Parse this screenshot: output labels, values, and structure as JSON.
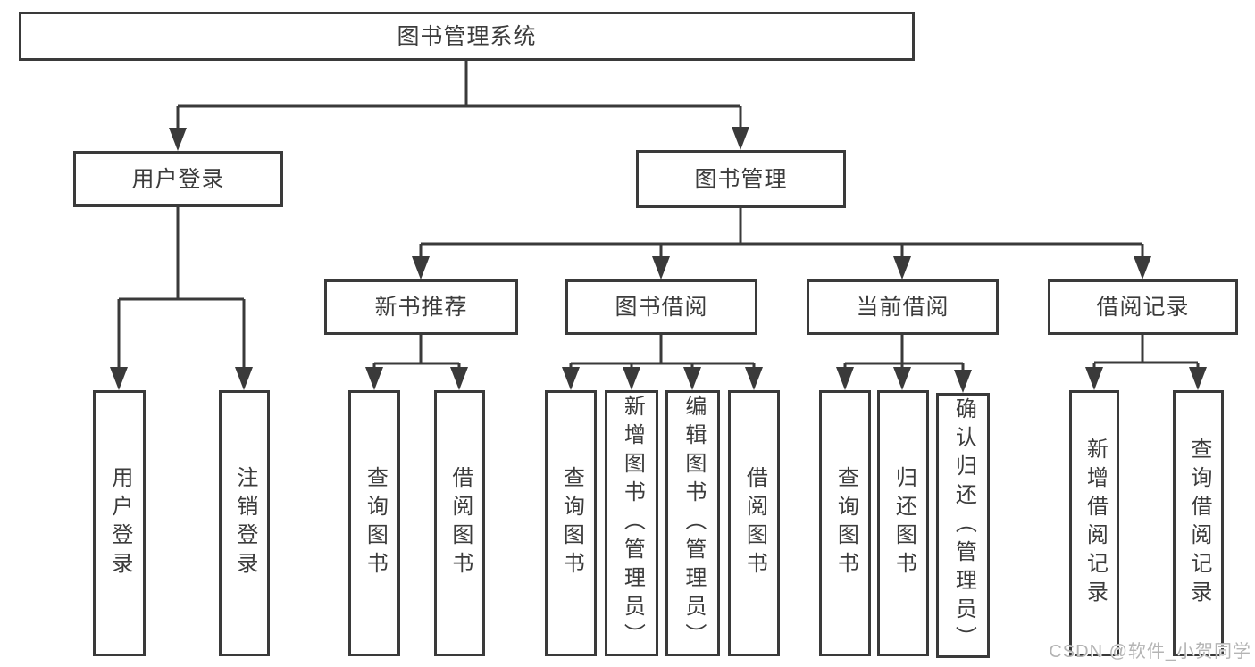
{
  "tree": {
    "label": "图书管理系统",
    "children": [
      {
        "label": "用户登录",
        "children": [
          {
            "label": "用户登录"
          },
          {
            "label": "注销登录"
          }
        ]
      },
      {
        "label": "图书管理",
        "children": [
          {
            "label": "新书推荐",
            "children": [
              {
                "label": "查询图书"
              },
              {
                "label": "借阅图书"
              }
            ]
          },
          {
            "label": "图书借阅",
            "children": [
              {
                "label": "查询图书"
              },
              {
                "label": "新增图书（管理员）"
              },
              {
                "label": "编辑图书（管理员）"
              },
              {
                "label": "借阅图书"
              }
            ]
          },
          {
            "label": "当前借阅",
            "children": [
              {
                "label": "查询图书"
              },
              {
                "label": "归还图书"
              },
              {
                "label": "确认归还（管理员）"
              }
            ]
          },
          {
            "label": "借阅记录",
            "children": [
              {
                "label": "新增借阅记录"
              },
              {
                "label": "查询借阅记录"
              }
            ]
          }
        ]
      }
    ]
  },
  "watermark": {
    "text": "CSDN @软件_小贺同学"
  },
  "colors": {
    "line": "#3a3a3a",
    "text": "#3c3c3c",
    "watermark": "#b4b4b4",
    "background": "#ffffff"
  }
}
